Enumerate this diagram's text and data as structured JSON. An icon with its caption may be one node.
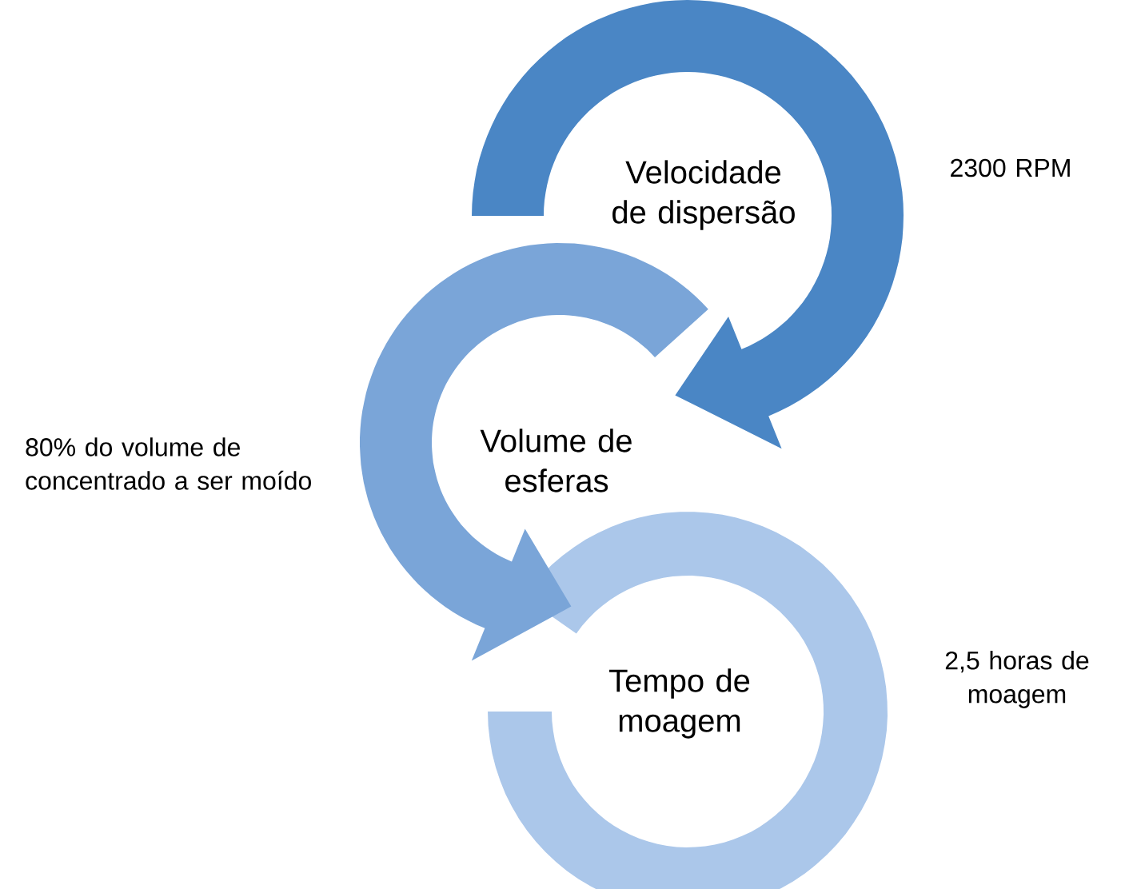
{
  "diagram": {
    "nodes": [
      {
        "text": [
          "Velocidade de dispersão"
        ],
        "beside": [
          "2300 RPM"
        ]
      },
      {
        "text": [
          "Volume de esferas"
        ],
        "beside": [
          "80% do volume de concentrado a ser moído"
        ]
      },
      {
        "text": [
          "Tempo de moagem"
        ],
        "beside": [
          "2,5 horas de moagem"
        ]
      }
    ]
  }
}
